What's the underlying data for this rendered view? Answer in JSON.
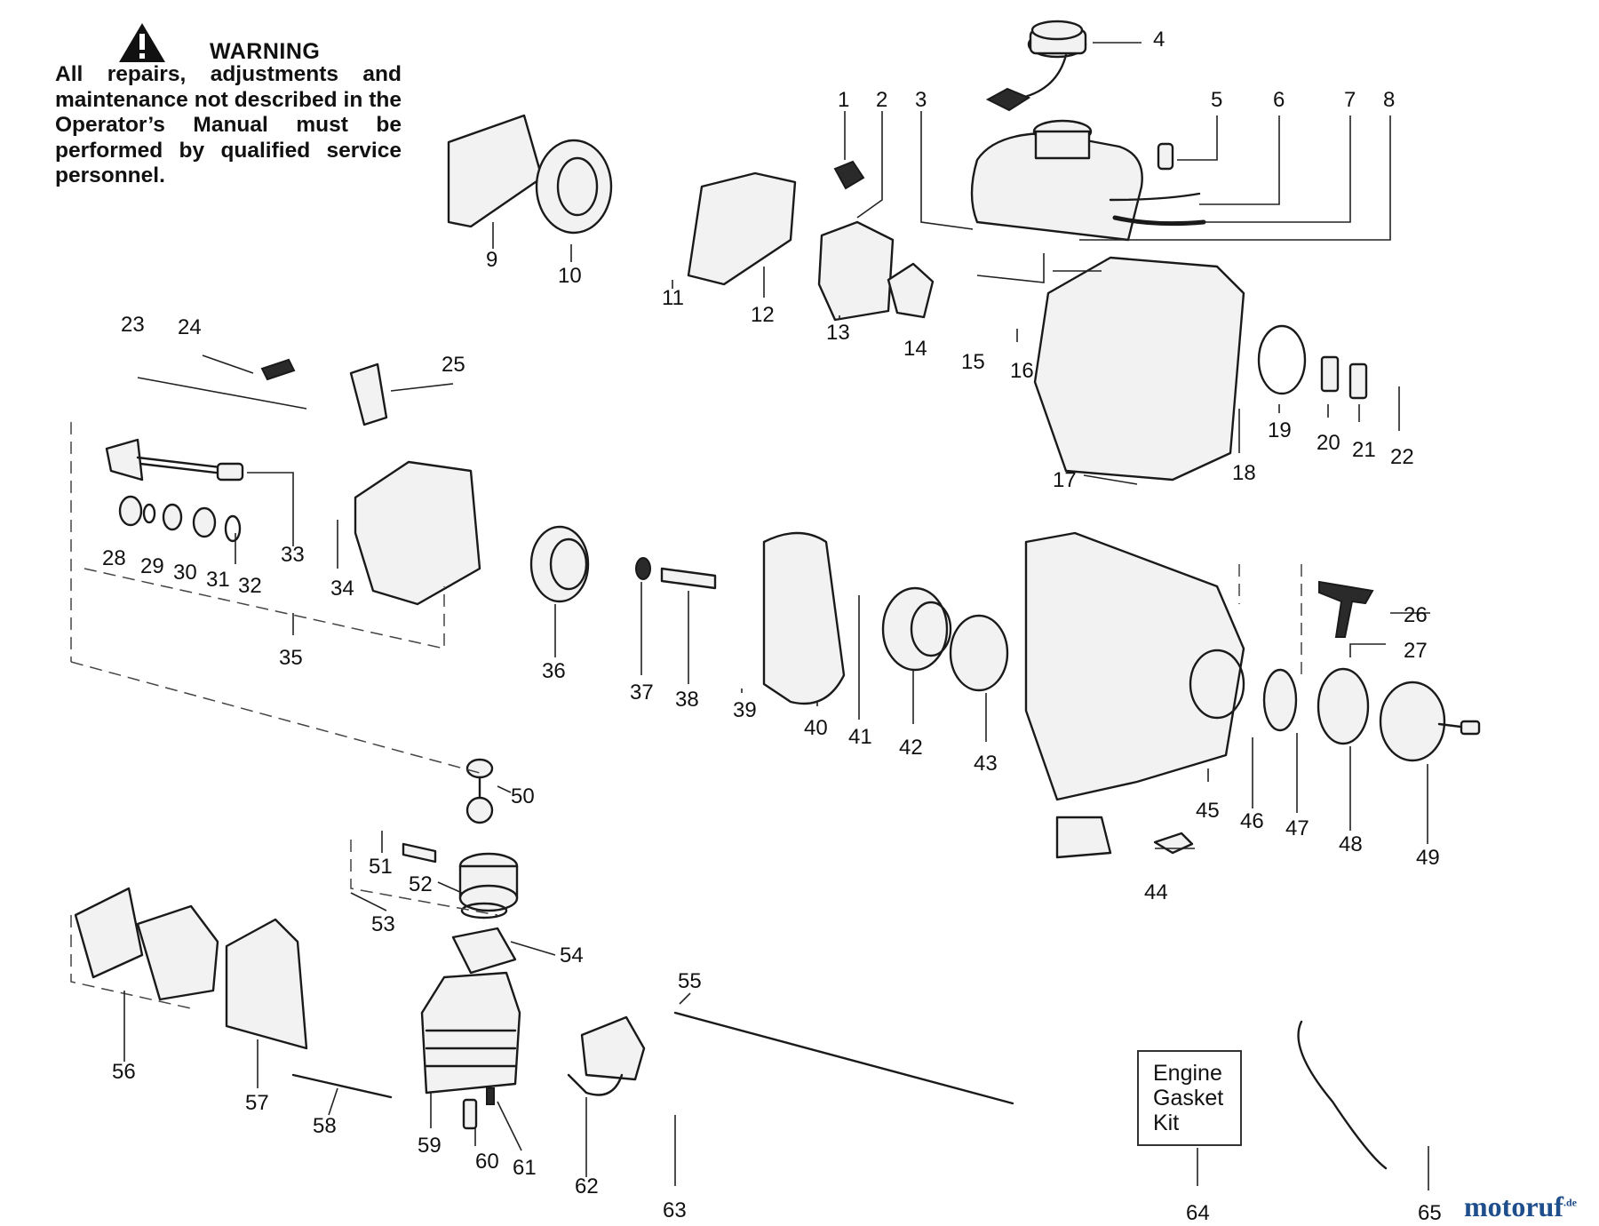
{
  "warning": {
    "title": "WARNING",
    "text": "All repairs, adjustments and maintenance not described in the Operator’s Manual must be performed by qualified service personnel.",
    "icon": "warning-triangle-icon"
  },
  "kit_box": {
    "line1": "Engine",
    "line2": "Gasket",
    "line3": "Kit"
  },
  "watermark": {
    "brand": "motoruf",
    "tld": ".de",
    "color": "#1f4e8c"
  },
  "part_numbers": [
    "1",
    "2",
    "3",
    "4",
    "5",
    "6",
    "7",
    "8",
    "9",
    "10",
    "11",
    "12",
    "13",
    "14",
    "15",
    "16",
    "17",
    "18",
    "19",
    "20",
    "21",
    "22",
    "23",
    "24",
    "25",
    "26",
    "27",
    "28",
    "29",
    "30",
    "31",
    "32",
    "33",
    "34",
    "35",
    "36",
    "37",
    "38",
    "39",
    "40",
    "41",
    "42",
    "43",
    "44",
    "45",
    "46",
    "47",
    "48",
    "49",
    "50",
    "51",
    "52",
    "53",
    "54",
    "55",
    "56",
    "57",
    "58",
    "59",
    "60",
    "61",
    "62",
    "63",
    "64",
    "65"
  ]
}
